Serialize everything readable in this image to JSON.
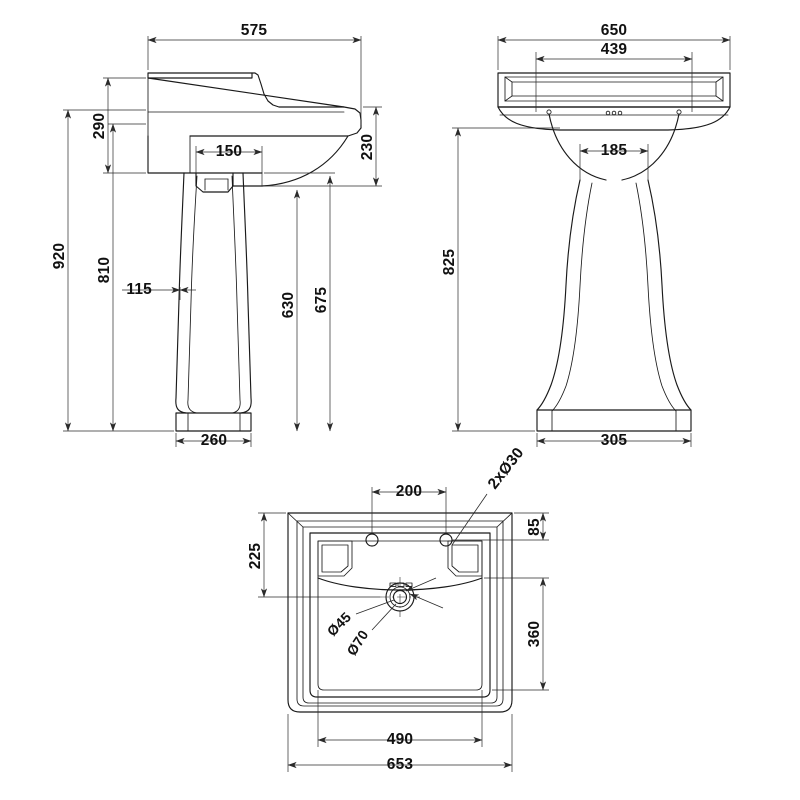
{
  "drawing": {
    "type": "engineering-dimension-drawing",
    "subject": "Pedestal washbasin",
    "units": "mm",
    "line_color": "#1a1a1a",
    "background": "#ffffff",
    "views": [
      {
        "id": "side-elevation",
        "name": "Side elevation",
        "position": "top-left"
      },
      {
        "id": "front-elevation",
        "name": "Front elevation",
        "position": "top-right"
      },
      {
        "id": "plan-view",
        "name": "Plan view",
        "position": "bottom-center"
      }
    ]
  },
  "side_view": {
    "dimensions": {
      "overall_width": "575",
      "basin_top_to_rim": "290",
      "rim_depth_right": "230",
      "bowl_underside": "150",
      "overall_height": "920",
      "rim_height": "810",
      "pedestal_offset": "115",
      "pedestal_front_height": "630",
      "bowl_base_height": "675",
      "pedestal_base_width": "260"
    }
  },
  "front_view": {
    "dimensions": {
      "overall_width": "650",
      "inner_bowl_width": "439",
      "pedestal_neck_width": "185",
      "overall_height": "825",
      "pedestal_base_width": "305"
    }
  },
  "plan_view": {
    "dimensions": {
      "tap_hole_spacing": "200",
      "tap_holes_note": "2xØ30",
      "rear_ledge_depth": "85",
      "rear_to_drain": "225",
      "front_depth": "360",
      "waste_inner_dia": "Ø45",
      "waste_outer_dia": "Ø70",
      "inner_bowl_width": "490",
      "overall_depth": "653"
    }
  }
}
